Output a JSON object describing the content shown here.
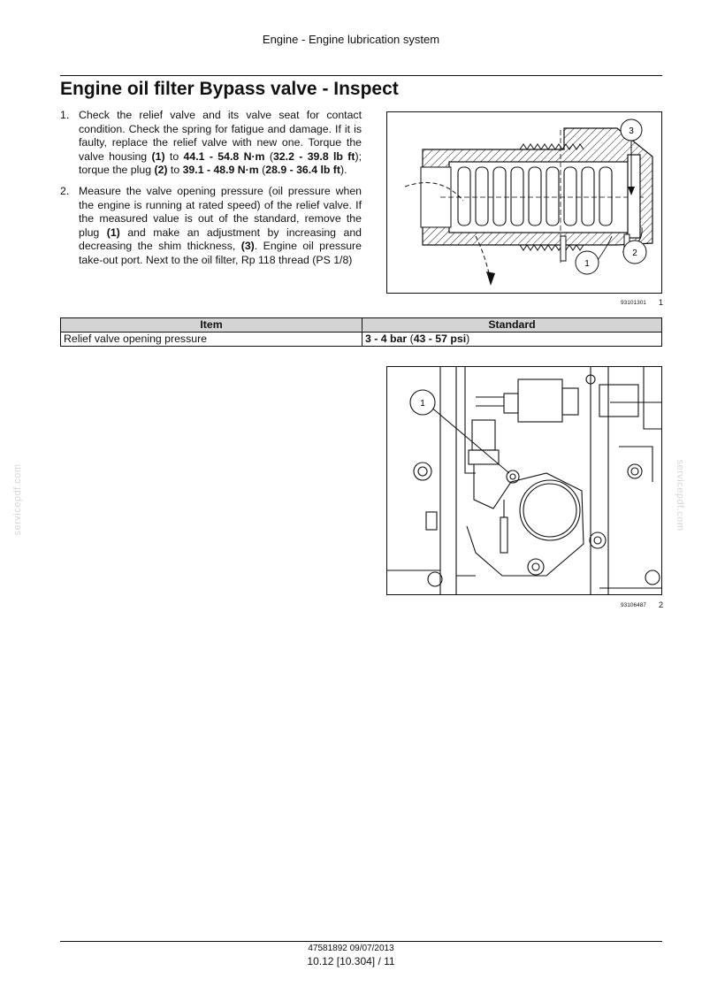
{
  "header": {
    "section": "Engine - Engine lubrication system"
  },
  "title": "Engine oil filter Bypass valve - Inspect",
  "steps": [
    {
      "num": "1.",
      "t1": "Check the relief valve and its valve seat for contact condition. Check the spring for fatigue and damage. If it is faulty, replace the relief valve with new one. Torque the valve housing ",
      "b1": "(1)",
      "t2": " to ",
      "b2": "44.1 - 54.8 N·m",
      "t3": " (",
      "b3": "32.2 - 39.8 lb ft",
      "t4": "); torque the plug ",
      "b4": "(2)",
      "t5": " to ",
      "b5": "39.1 - 48.9 N·m",
      "t6": " (",
      "b6": "28.9 - 36.4 lb ft",
      "t7": ")."
    },
    {
      "num": "2.",
      "t1": "Measure the valve opening pressure (oil pressure when the engine is running at rated speed) of the relief valve.  If the measured value is out of the standard, remove the plug ",
      "b1": "(1)",
      "t2": " and make an adjustment by increasing and decreasing the shim thickness, ",
      "b2": "(3)",
      "t3": ". Engine oil pressure take-out port. Next to the oil filter, Rp 118 thread (PS 1/8)"
    }
  ],
  "figure1": {
    "code": "93101301",
    "number": "1",
    "callouts": [
      "1",
      "2",
      "3"
    ]
  },
  "figure2": {
    "code": "93106487",
    "number": "2",
    "callouts": [
      "1"
    ]
  },
  "spec_table": {
    "headers": [
      "Item",
      "Standard"
    ],
    "rows": [
      {
        "item": "Relief valve opening pressure",
        "std_bold": "3 - 4 bar",
        "std_t1": " (",
        "std_bold2": "43 - 57 psi",
        "std_t2": ")"
      }
    ]
  },
  "watermark": "servicepdf.com",
  "footer": {
    "doc": "47581892 09/07/2013",
    "page": "10.12 [10.304] / 11"
  }
}
